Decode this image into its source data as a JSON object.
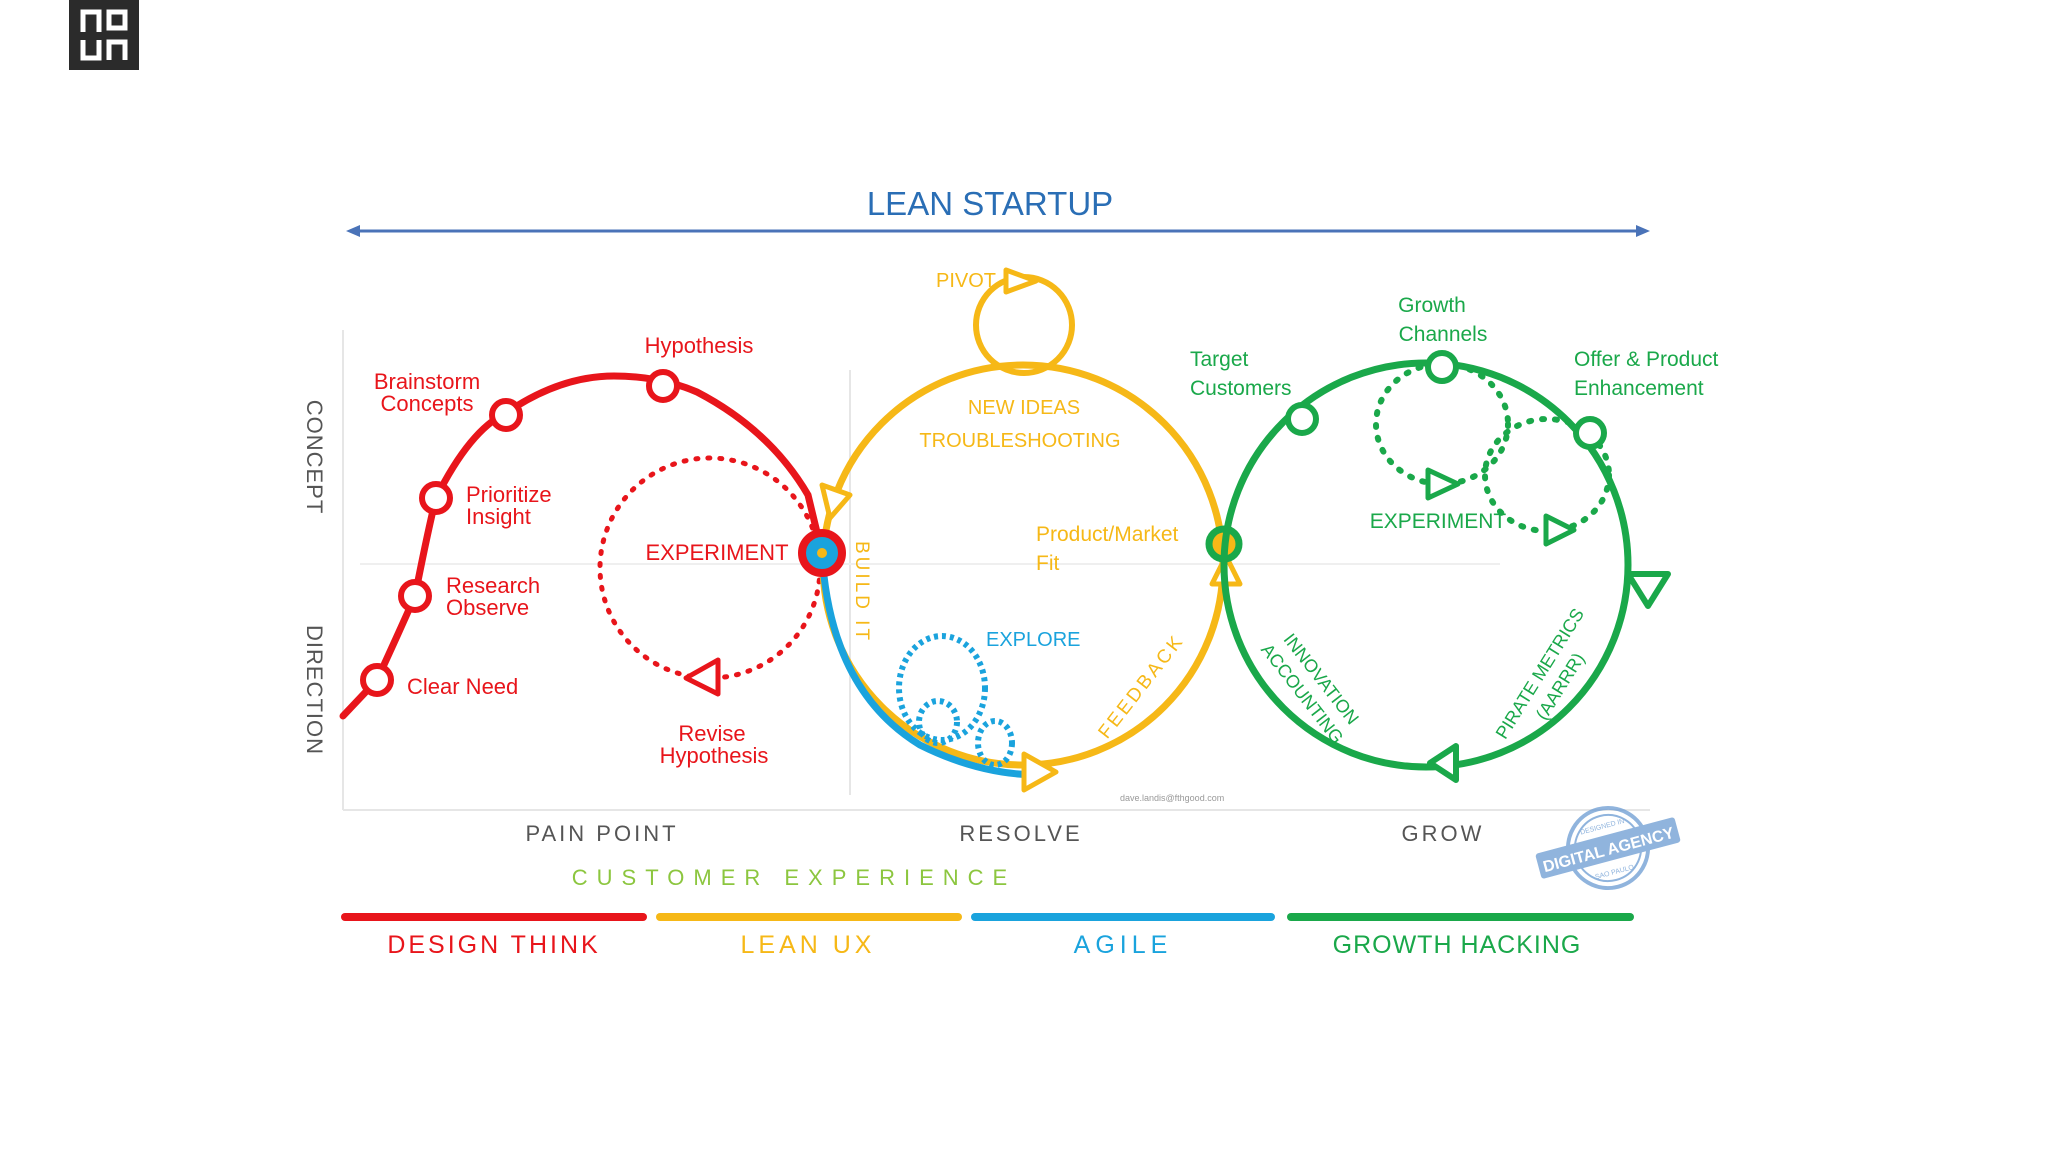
{
  "logo": {
    "icon": "noun-logo-icon"
  },
  "title": "LEAN STARTUP",
  "axis_left": {
    "top": "CONCEPT",
    "bottom": "DIRECTION"
  },
  "stages": [
    {
      "label": "PAIN POINT"
    },
    {
      "label": "RESOLVE"
    },
    {
      "label": "GROW"
    }
  ],
  "customer_experience": "CUSTOMER EXPERIENCE",
  "design_think_loop": {
    "steps": [
      {
        "line1": "Clear Need"
      },
      {
        "line1": "Research",
        "line2": "Observe"
      },
      {
        "line1": "Prioritize",
        "line2": "Insight"
      },
      {
        "line1": "Brainstorm",
        "line2": "Concepts"
      },
      {
        "line1": "Hypothesis"
      }
    ],
    "experiment": "EXPERIMENT",
    "revise": {
      "line1": "Revise",
      "line2": "Hypothesis"
    }
  },
  "lean_ux_loop": {
    "pivot": "PIVOT",
    "new_ideas": "NEW IDEAS",
    "troubleshooting": "TROUBLESHOOTING",
    "build_it": "BUILD IT",
    "product_market_fit": {
      "line1": "Product/Market",
      "line2": "Fit"
    },
    "explore": "EXPLORE",
    "feedback": "FEEDBACK",
    "credit": "dave.landis@fthgood.com"
  },
  "growth_loop": {
    "target_customers": {
      "line1": "Target",
      "line2": "Customers"
    },
    "growth_channels": {
      "line1": "Growth",
      "line2": "Channels"
    },
    "offer_product": {
      "line1": "Offer & Product",
      "line2": "Enhancement"
    },
    "experiment": "EXPERIMENT",
    "innovation_accounting": {
      "line1": "INNOVATION",
      "line2": "ACCOUNTING"
    },
    "pirate_metrics": {
      "line1": "PIRATE METRICS",
      "line2": "(AARRR)"
    }
  },
  "stamp": {
    "main": "DIGITAL AGENCY",
    "top": "DESIGNED IN",
    "bottom": "SAO PAULO"
  },
  "disciplines": [
    {
      "label": "DESIGN THINK",
      "color": "#e8151b"
    },
    {
      "label": "LEAN UX",
      "color": "#f6b817"
    },
    {
      "label": "AGILE",
      "color": "#1aa3dd"
    },
    {
      "label": "GROWTH HACKING",
      "color": "#1aa84a"
    }
  ],
  "colors": {
    "red": "#e8151b",
    "yellow": "#f6b817",
    "blue": "#1aa3dd",
    "green": "#1aa84a",
    "title_blue": "#2a6eb5",
    "gray_text": "#555555",
    "ce_green": "#8cc63f",
    "stamp_blue": "#6b9bd2"
  }
}
